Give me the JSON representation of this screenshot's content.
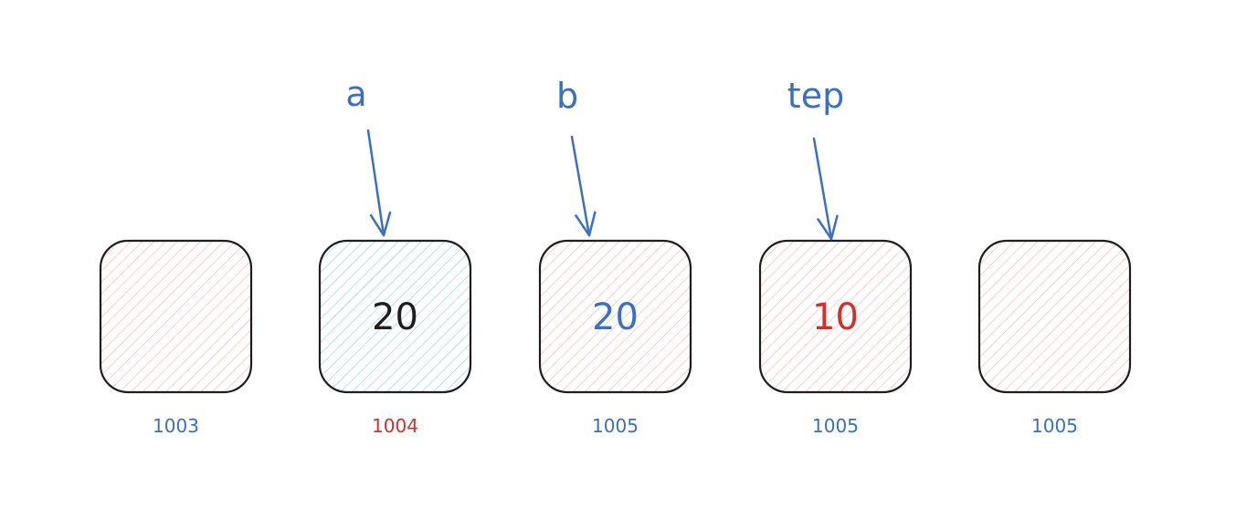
{
  "colors": {
    "stroke": "#1e1e1e",
    "blue": "#3a6fc4",
    "red": "#d0312d",
    "black": "#1e1e1e",
    "pink_fill": "#f7b7b7",
    "blue_fill": "#9fcff5"
  },
  "cells": [
    {
      "value": "",
      "value_color": "black",
      "fill": "pink",
      "address": "1003",
      "address_color": "blue"
    },
    {
      "value": "20",
      "value_color": "black",
      "fill": "blue",
      "address": "1004",
      "address_color": "red"
    },
    {
      "value": "20",
      "value_color": "blue",
      "fill": "pink",
      "address": "1005",
      "address_color": "blue"
    },
    {
      "value": "10",
      "value_color": "red",
      "fill": "pink",
      "address": "1005",
      "address_color": "blue"
    },
    {
      "value": "",
      "value_color": "black",
      "fill": "pink",
      "address": "1005",
      "address_color": "blue"
    }
  ],
  "pointers": [
    {
      "label": "a",
      "target_cell": 1
    },
    {
      "label": "b",
      "target_cell": 2
    },
    {
      "label": "tep",
      "target_cell": 3
    }
  ]
}
